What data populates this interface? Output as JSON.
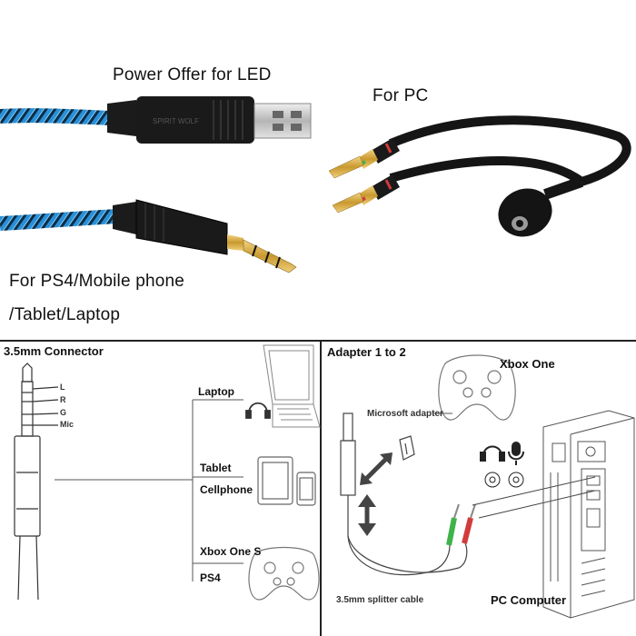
{
  "top": {
    "usb_label": "Power Offer for LED",
    "pc_label": "For PC",
    "ps4_line1": "For PS4/Mobile phone",
    "ps4_line2": "/Tablet/Laptop",
    "usb_brand_text": "SPIRIT WOLF"
  },
  "left_panel": {
    "title": "3.5mm Connector",
    "pins": [
      "L",
      "R",
      "G",
      "Mic"
    ],
    "devices": [
      {
        "label": "Laptop"
      },
      {
        "label": "Tablet"
      },
      {
        "label": "Cellphone"
      },
      {
        "label": "Xbox One S"
      },
      {
        "label": "PS4"
      }
    ],
    "icons": [
      "laptop-icon",
      "headphone-icon",
      "tablet-icon",
      "phone-icon",
      "gamepad-icon"
    ]
  },
  "right_panel": {
    "title": "Adapter 1 to 2",
    "xbox_label": "Xbox One",
    "ms_adapter_label": "Microsoft adapter",
    "splitter_label": "3.5mm splitter cable",
    "pc_label": "PC Computer"
  },
  "colors": {
    "cable_blue": "#2a8fd6",
    "cable_dark": "#151515",
    "gold": "#d9b04a",
    "green_ring": "#3fb34a",
    "red_ring": "#d23b3b"
  }
}
